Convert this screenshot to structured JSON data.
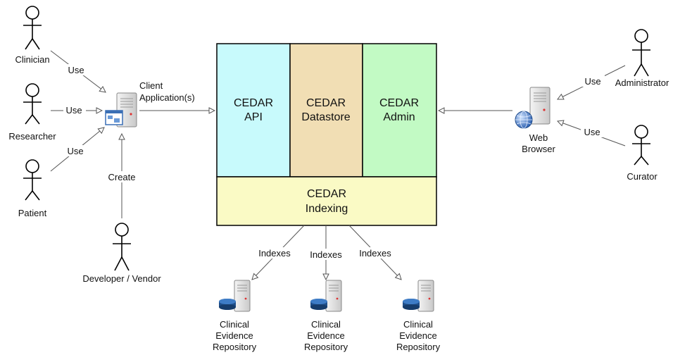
{
  "actors": {
    "clinician": "Clinician",
    "researcher": "Researcher",
    "patient": "Patient",
    "developer": "Developer / Vendor",
    "administrator": "Administrator",
    "curator": "Curator"
  },
  "nodes": {
    "client_app_line1": "Client",
    "client_app_line2": "Application(s)",
    "browser_line1": "Web",
    "browser_line2": "Browser"
  },
  "cedar": {
    "api": [
      "CEDAR",
      "API"
    ],
    "datastore": [
      "CEDAR",
      "Datastore"
    ],
    "admin": [
      "CEDAR",
      "Admin"
    ],
    "indexing": [
      "CEDAR",
      "Indexing"
    ]
  },
  "repositories": [
    [
      "Clinical",
      "Evidence",
      "Repository"
    ],
    [
      "Clinical",
      "Evidence",
      "Repository"
    ],
    [
      "Clinical",
      "Evidence",
      "Repository"
    ]
  ],
  "edge_labels": {
    "use": "Use",
    "create": "Create",
    "indexes": "Indexes"
  },
  "colors": {
    "api": "#c8fafc",
    "datastore": "#f1deb4",
    "admin": "#c2fac4",
    "indexing": "#fafac5",
    "server_body": "#e6e6e6",
    "disk": "#1f4f8a"
  }
}
